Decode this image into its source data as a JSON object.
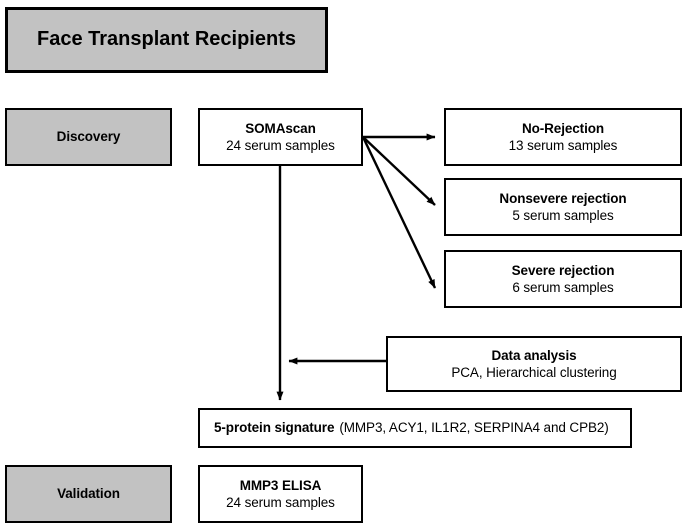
{
  "figure": {
    "title": "Face Transplant Recipients",
    "stages": {
      "discovery": "Discovery",
      "validation": "Validation"
    }
  },
  "nodes": {
    "somascan": {
      "title": "SOMAscan",
      "subtitle": "24 serum samples"
    },
    "no_rejection": {
      "title": "No-Rejection",
      "subtitle": "13 serum samples"
    },
    "nonsevere_rejection": {
      "title": "Nonsevere rejection",
      "subtitle": "5 serum samples"
    },
    "severe_rejection": {
      "title": "Severe rejection",
      "subtitle": "6 serum samples"
    },
    "data_analysis": {
      "title": "Data analysis",
      "subtitle": "PCA, Hierarchical clustering"
    },
    "signature": {
      "title": "5-protein signature",
      "subtitle": "(MMP3, ACY1, IL1R2, SERPINA4 and CPB2)"
    },
    "mmp3_elisa": {
      "title": "MMP3 ELISA",
      "subtitle": "24 serum samples"
    }
  },
  "colors": {
    "stage_fill": "#c2c2c2",
    "node_fill": "#ffffff",
    "stroke": "#000000",
    "text": "#000000"
  },
  "edges": [
    {
      "name": "somascan-to-no-rejection",
      "from": "somascan",
      "to": "no_rejection"
    },
    {
      "name": "somascan-to-nonsevere",
      "from": "somascan",
      "to": "nonsevere_rejection"
    },
    {
      "name": "somascan-to-severe",
      "from": "somascan",
      "to": "severe_rejection"
    },
    {
      "name": "somascan-to-signature",
      "from": "somascan",
      "to": "signature"
    },
    {
      "name": "data-analysis-to-signature",
      "from": "data_analysis",
      "to": "signature"
    }
  ]
}
